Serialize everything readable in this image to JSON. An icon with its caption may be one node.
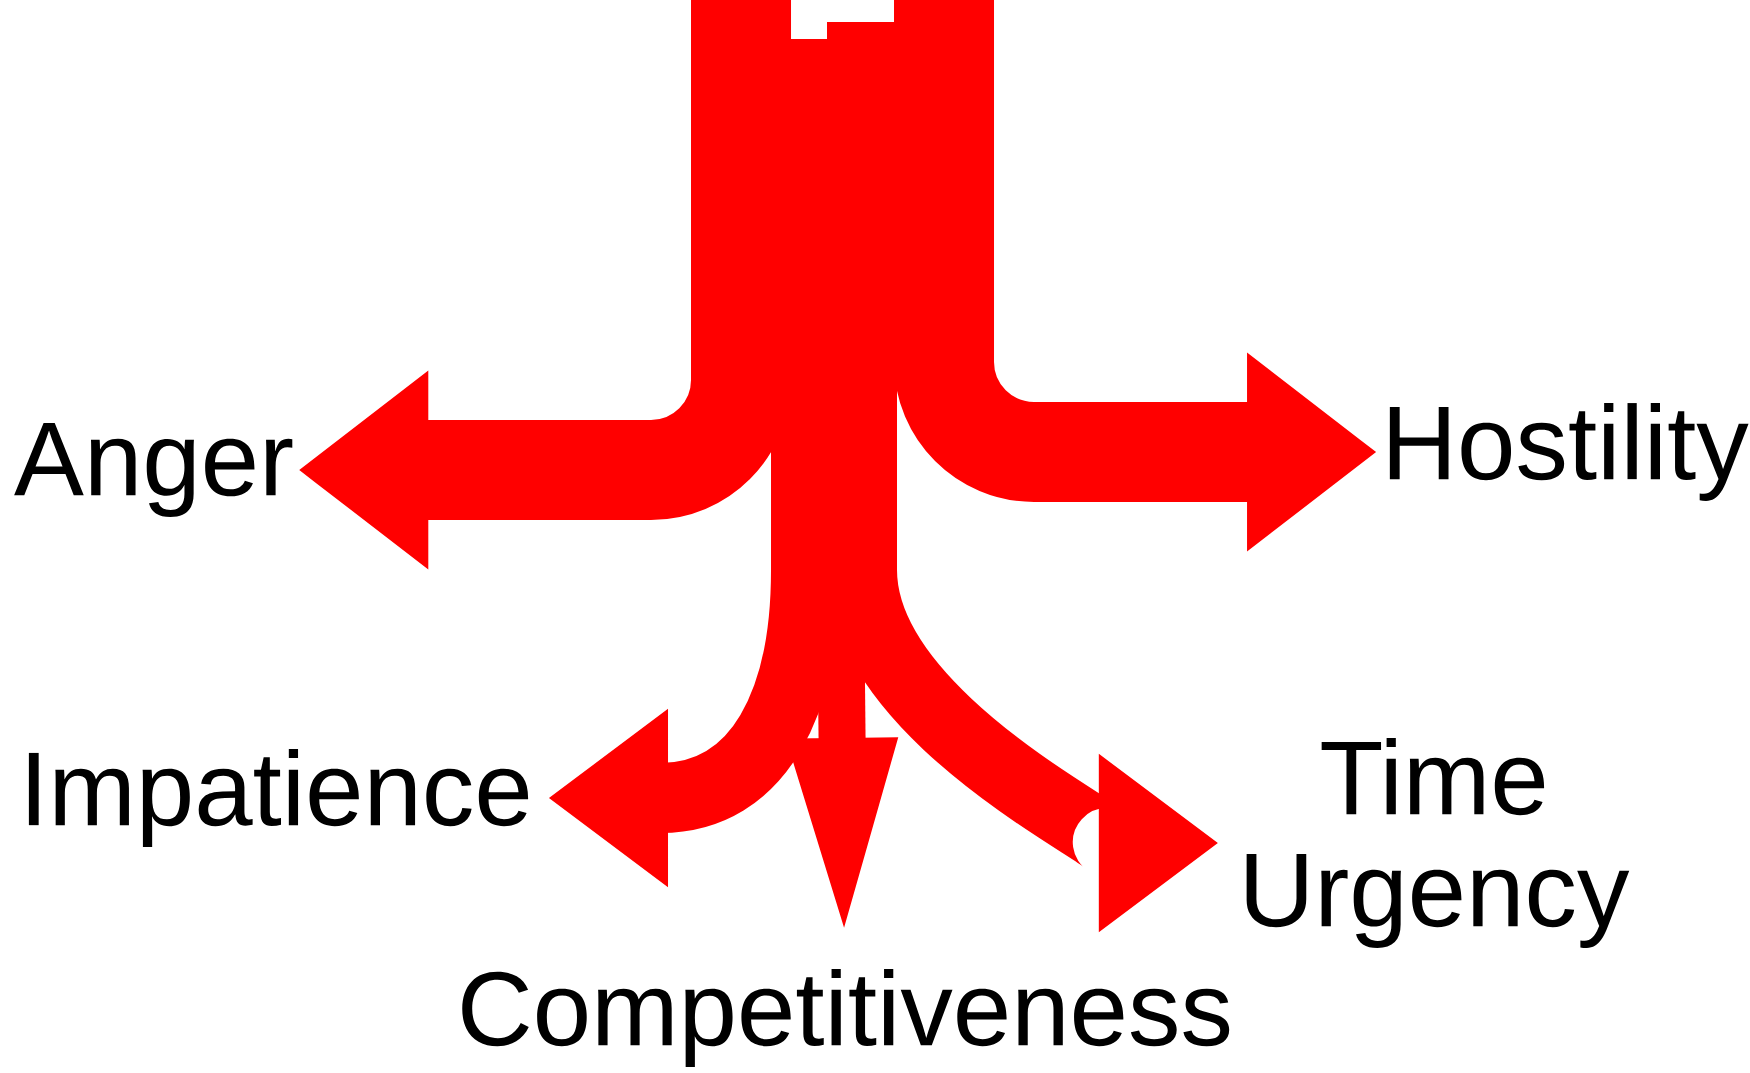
{
  "diagram": {
    "nodes": [
      {
        "text": [
          "Anger"
        ]
      },
      {
        "text": [
          "Hostility"
        ]
      },
      {
        "text": [
          "Impatience"
        ]
      },
      {
        "text": [
          "Time Urgency"
        ]
      },
      {
        "text": [
          "Competitiveness"
        ]
      }
    ],
    "edges": [
      {
        "from": null,
        "to": 0,
        "arrow": "to"
      },
      {
        "from": null,
        "to": 1,
        "arrow": "to"
      },
      {
        "from": null,
        "to": 2,
        "arrow": "to"
      },
      {
        "from": null,
        "to": 3,
        "arrow": "to"
      },
      {
        "from": null,
        "to": 4,
        "arrow": "to"
      }
    ]
  }
}
